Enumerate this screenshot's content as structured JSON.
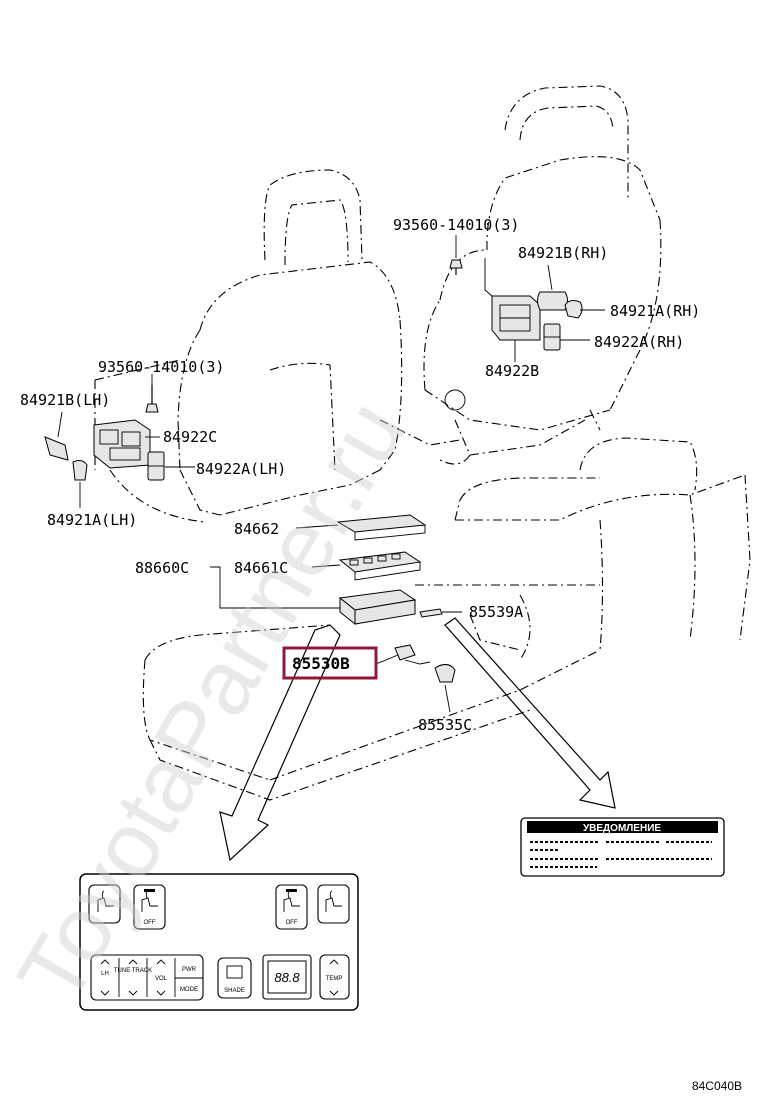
{
  "watermark": "ToyotaPartner.ru",
  "diagram_code": "84C040B",
  "highlight_color": "#8b1a3a",
  "labels": {
    "bolt_rh": "93560-14010(3)",
    "cover_b_rh": "84921B(RH)",
    "cover_a_rh": "84921A(RH)",
    "switch_a_rh": "84922A(RH)",
    "switch_b": "84922B",
    "bolt_lh": "93560-14010(3)",
    "cover_b_lh": "84921B(LH)",
    "switch_c": "84922C",
    "switch_a_lh": "84922A(LH)",
    "cover_a_lh": "84921A(LH)",
    "p84662": "84662",
    "p88660c": "88660C",
    "p84661c": "84661C",
    "p85539a": "85539A",
    "p85530b": "85530B",
    "p85535c": "85535C"
  },
  "notice": {
    "title": "УВЕДОМЛЕНИЕ"
  },
  "panel": {
    "display": "88.8",
    "btn_off1": "OFF",
    "btn_off2": "OFF",
    "btn_lh": "LH",
    "btn_tune_track": "TUNE\nTRACK",
    "btn_vol": "VOL",
    "btn_pwr": "PWR",
    "btn_mode": "MODE",
    "btn_shade": "SHADE",
    "btn_temp": "TEMP"
  }
}
